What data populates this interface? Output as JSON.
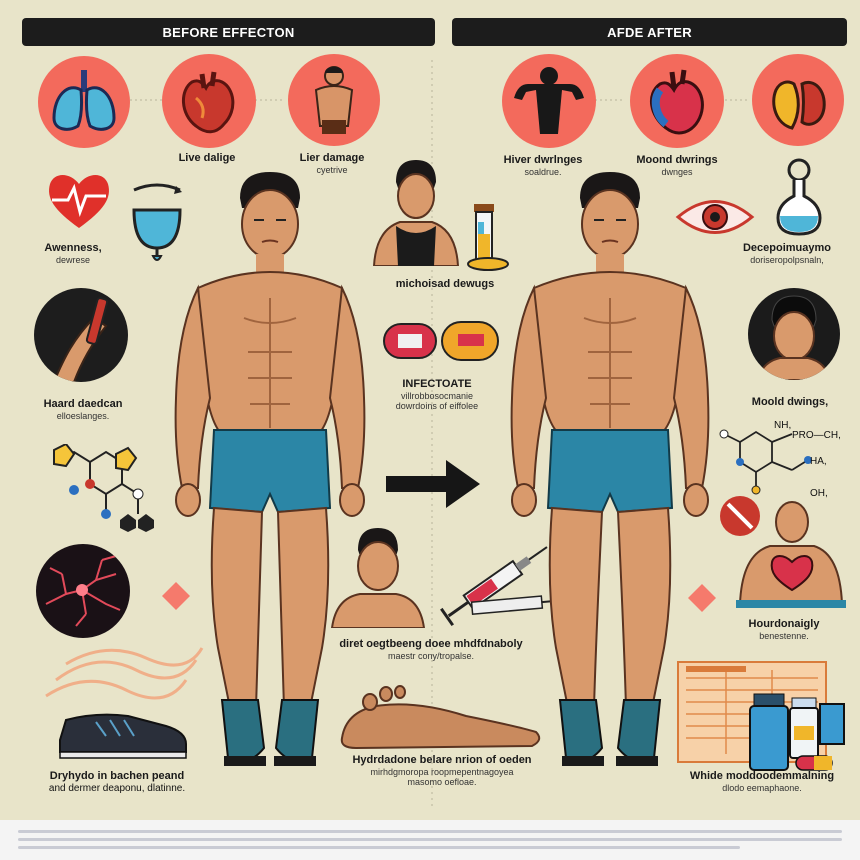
{
  "banners": {
    "left": "BEFORE EFFECTON",
    "right": "AFDE AFTER"
  },
  "labels": {
    "live_dalige": "Live dalige",
    "lier_damage": "Lier damage",
    "lier_damage_sub": "cyetrive",
    "awenness": "Awenness,",
    "awenness_sub": "dewrese",
    "michoisad": "michoisad dewugs",
    "haard": "Haard daedcan",
    "haard_sub": "elloeslanges.",
    "infectuate": "INFECTOATE",
    "infectuate_sub1": "villrobbosocmanie",
    "infectuate_sub2": "dowrdoins of eiffolee",
    "diret": "diret oegtbeeng doee mhdfdnaboly",
    "diret_sub": "maestr cony/tropalse.",
    "hydro": "Hydrdadone belare nrion of oeden",
    "hydro_sub1": "mirhdgmoropa roopmepentnagoyea",
    "hydro_sub2": "masomo oefloae.",
    "dryhydo": "Dryhydo in bachen peand",
    "dryhydo_sub": "and dermer deaponu, dlatinne.",
    "hiver": "Hiver dwrlnges",
    "hiver_sub": "soaldrue.",
    "mood1": "Moond dwrings",
    "mood1_sub": "dwnges",
    "dece": "Decepoimuaymo",
    "dece_sub": "doriseropolpsnaln,",
    "mood2": "Moold dwings,",
    "hour": "Hourdonaigly",
    "hour_sub": "benestenne.",
    "whide": "Whide moddoodemmalning",
    "whide_sub": "dlodo eemaphaone."
  },
  "chem_labels": [
    "NH,",
    "PRO—CH,",
    "HA,",
    "OH,"
  ],
  "colors": {
    "background": "#e8e4c9",
    "banner": "#1c1c1c",
    "accent_circle": "#f36a5c",
    "skin": "#d99a6c",
    "shorts": "#2b86a6",
    "shoes": "#2a6f80",
    "diamond": "#f57a6c"
  },
  "icons": [
    "lungs-icon",
    "heart-organ-icon",
    "torso-icon",
    "heartbeat-icon",
    "flask-icon",
    "pill-icon",
    "syringe-icon",
    "eye-icon",
    "molecule-icon",
    "arrow-right-icon",
    "no-sign-icon",
    "sneaker-icon",
    "bottle-icon"
  ]
}
